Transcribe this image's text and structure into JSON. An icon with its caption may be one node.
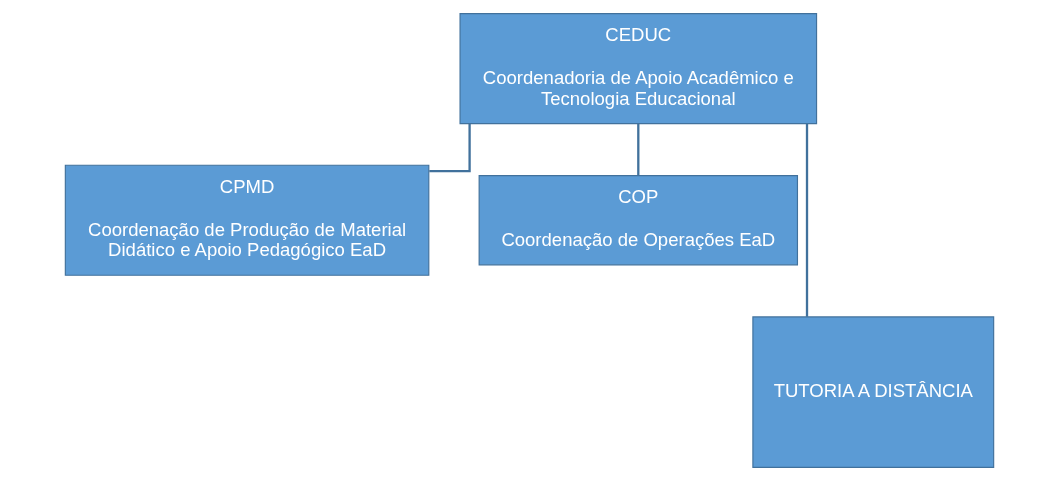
{
  "diagram": {
    "nodes": [
      {
        "text": [
          "CEDUC",
          "Coordenadoria de Apoio Acadêmico e Tecnologia Educacional"
        ]
      },
      {
        "text": [
          "CPMD",
          "Coordenação de Produção de Material Didático e Apoio Pedagógico EaD"
        ]
      },
      {
        "text": [
          "COP",
          "Coordenação de Operações EaD"
        ]
      },
      {
        "text": [
          "TUTORIA A DISTÂNCIA"
        ]
      }
    ],
    "edges": [
      {
        "from": 0,
        "to": 1,
        "arrow": "none"
      },
      {
        "from": 0,
        "to": 3,
        "arrow": "none"
      },
      {
        "from": 0,
        "to": 2,
        "arrow": "none"
      }
    ]
  }
}
